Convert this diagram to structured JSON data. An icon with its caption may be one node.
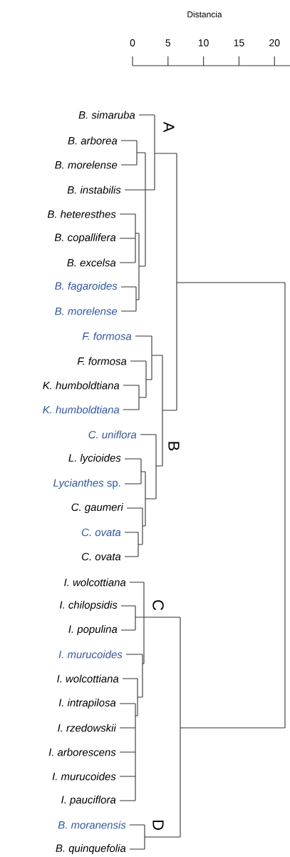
{
  "diagram": {
    "labels": [
      "Distancia",
      "0",
      "5",
      "10",
      "15",
      "20",
      "B. simaruba",
      "B. arborea",
      "B. morelense",
      "B. instabilis",
      "B. heteresthes",
      "B. copallifera",
      "B. excelsa",
      "B. fagaroides",
      "B. morelense",
      "F. formosa",
      "F. formosa",
      "K. humboldtiana",
      "K. humboldtiana",
      "C. uniflora",
      "L. lycioides",
      "*Lycianthes* sp.",
      "C. gaumeri",
      "C. ovata",
      "C. ovata",
      "I. wolcottiana",
      "I. chilopsidis",
      "I. populina",
      "I. murucoides",
      "I. wolcottiana",
      "I. intrapilosa",
      "I. rzedowskii",
      "I. arborescens",
      "I. murucoides",
      "I. pauciflora",
      "B. moranensis",
      "B. quinquefolia",
      "A",
      "B",
      "C",
      "D"
    ]
  }
}
